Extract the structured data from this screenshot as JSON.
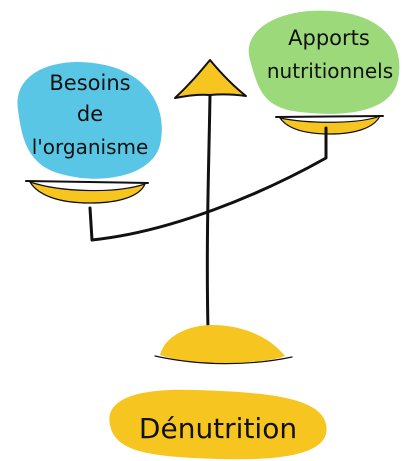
{
  "labels": {
    "left_pan_line1": "Besoins",
    "left_pan_line2": "de",
    "left_pan_line3": "l'organisme",
    "right_pan_line1": "Apports",
    "right_pan_line2": "nutritionnels",
    "bottom": "Dénutrition"
  },
  "colors": {
    "left_blob": "#59c6e6",
    "right_blob": "#9bd97a",
    "gold": "#f7c520",
    "bottom_blob": "#f7c520",
    "ink": "#111111"
  }
}
